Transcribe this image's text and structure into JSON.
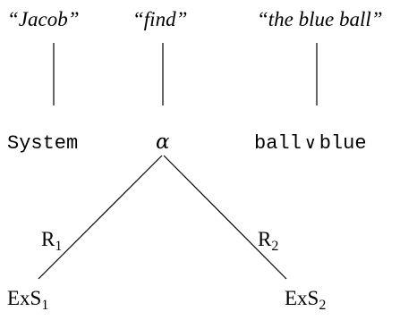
{
  "quotes": {
    "left": "“Jacob”",
    "middle": "“find”",
    "right": "“the blue ball”"
  },
  "concepts": {
    "left": "System",
    "middle": "α",
    "right_a": "ball",
    "right_op": "∨",
    "right_b": "blue"
  },
  "relations": {
    "left": {
      "name": "R",
      "sub": "1"
    },
    "right": {
      "name": "R",
      "sub": "2"
    }
  },
  "nodes": {
    "left": {
      "name": "ExS",
      "sub": "1"
    },
    "right": {
      "name": "ExS",
      "sub": "2"
    }
  }
}
